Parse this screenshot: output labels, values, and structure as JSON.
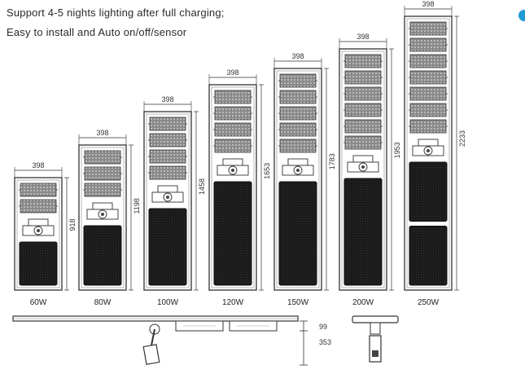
{
  "intro": {
    "line1": "Support 4-5 nights lighting after full charging;",
    "line2": "Easy to install and Auto on/off/sensor"
  },
  "width_label": "398",
  "models": [
    {
      "watt": "60W",
      "height": "918",
      "panels": 2,
      "batteries": 1
    },
    {
      "watt": "80W",
      "height": "1198",
      "panels": 3,
      "batteries": 1
    },
    {
      "watt": "100W",
      "height": "1458",
      "panels": 4,
      "batteries": 1
    },
    {
      "watt": "120W",
      "height": "1653",
      "panels": 4,
      "batteries": 1
    },
    {
      "watt": "150W",
      "height": "1783",
      "panels": 5,
      "batteries": 1
    },
    {
      "watt": "200W",
      "height": "1953",
      "panels": 6,
      "batteries": 1
    },
    {
      "watt": "250W",
      "height": "2233",
      "panels": 7,
      "batteries": 2
    }
  ],
  "side_view": {
    "dim_top": "99",
    "dim_total": "353"
  },
  "colors": {
    "line": "#333333",
    "battery": "#1b1b1b",
    "panel": "#555555",
    "accent": "#1f9bd4"
  }
}
